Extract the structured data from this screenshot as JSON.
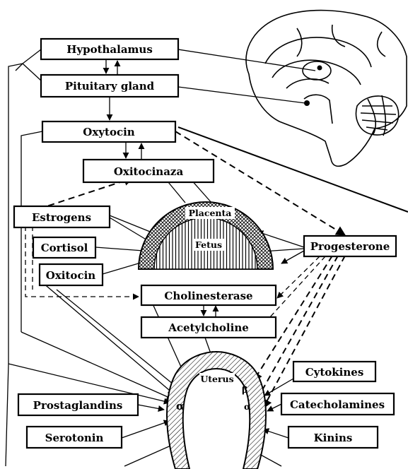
{
  "boxes": {
    "hypothalamus": "Hypothalamus",
    "pituitary": "Pituitary gland",
    "oxytocin": "Oxytocin",
    "oxitocinaza": "Oxitocinaza",
    "estrogens": "Estrogens",
    "cortisol": "Cortisol",
    "oxitocin": "Oxitocin",
    "progesterone": "Progesterone",
    "cholinesterase": "Cholinesterase",
    "acetylcholine": "Acetylcholine",
    "cytokines": "Cytokines",
    "prostaglandins": "Prostaglandins",
    "catecholamines": "Catecholamines",
    "serotonin": "Serotonin",
    "kinins": "Kinins"
  },
  "placenta": {
    "placenta_label": "Placenta",
    "fetus_label": "Fetus"
  },
  "uterus": {
    "label": "Uterus",
    "alpha": "α",
    "beta": "β",
    "alpha2": "α"
  }
}
